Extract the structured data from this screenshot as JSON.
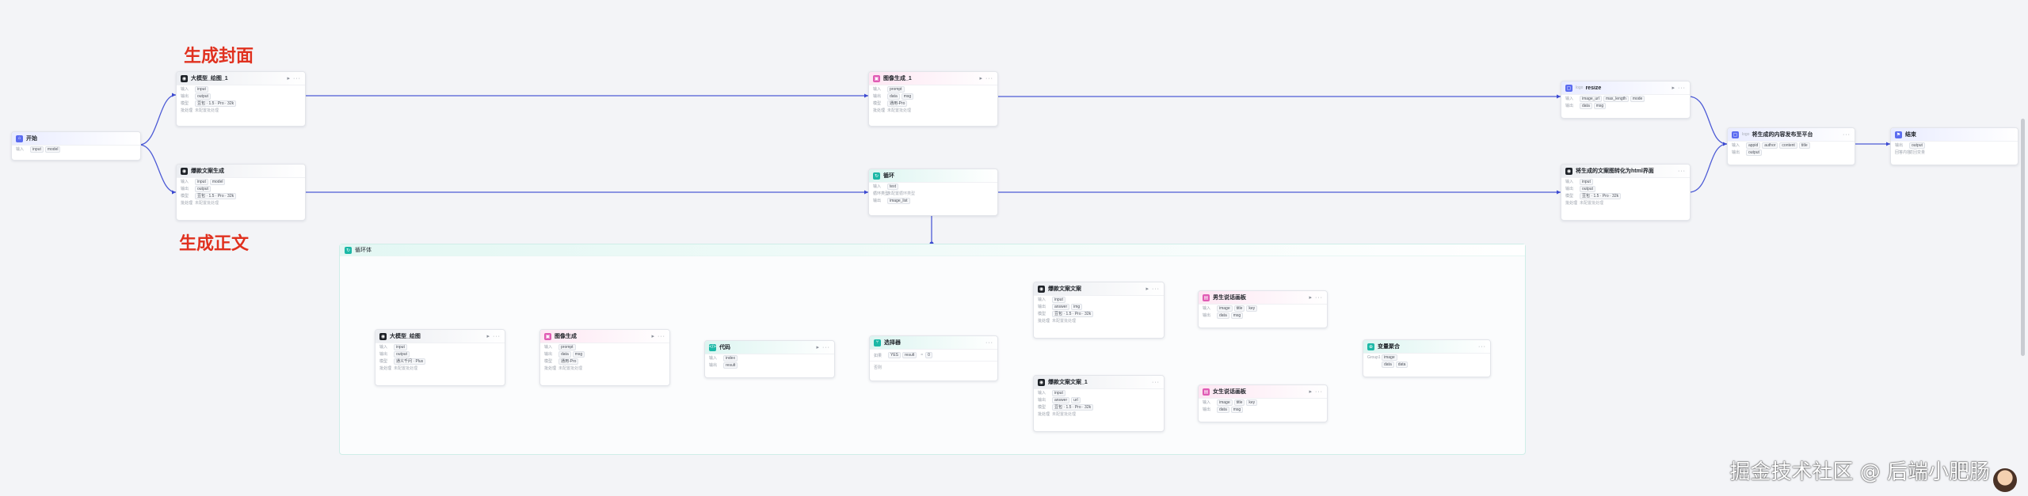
{
  "annotations": {
    "cover": "生成封面",
    "body": "生成正文"
  },
  "watermark": "掘金技术社区 @ 后端小肥肠",
  "nodes": {
    "start": {
      "title": "开始",
      "input_label": "输入",
      "inputs": [
        "input",
        "model"
      ]
    },
    "llm_draw": {
      "title": "大模型_绘图_1",
      "in_label": "输入",
      "in": "input",
      "out_label": "输出",
      "out": "output",
      "model_label": "模型",
      "model": "豆包 · 1.5 · Pro · 32k",
      "skip_label": "批处理",
      "skip": "未配置批处理"
    },
    "llm_copy": {
      "title": "爆款文案生成",
      "in_label": "输入",
      "in": [
        "input",
        "model"
      ],
      "out_label": "输出",
      "out": "output",
      "model_label": "模型",
      "model": "豆包 · 1.5 · Pro · 32k",
      "skip_label": "批处理",
      "skip": "未配置批处理"
    },
    "img_gen1": {
      "title": "图像生成_1",
      "in_label": "输入",
      "in": "prompt",
      "out_label": "输出",
      "out": [
        "data",
        "msg"
      ],
      "model_label": "模型",
      "model": "通用-Pro",
      "skip_label": "批处理",
      "skip": "未配置批处理"
    },
    "loop_node": {
      "title": "循环",
      "in_label": "输入",
      "in": "text",
      "mode_label": "循环类型",
      "mode": "未配置循环类型",
      "out_label": "输出",
      "out": "image_list"
    },
    "resize": {
      "title": "resize",
      "logo": "logo",
      "in_label": "输入",
      "in": [
        "image_url",
        "max_length",
        "mode"
      ],
      "out_label": "输出",
      "out": [
        "data",
        "msg"
      ]
    },
    "to_html": {
      "title": "将生成的文案图转化为html界面",
      "in_label": "输入",
      "in": "input",
      "out_label": "输出",
      "out": "output",
      "model_label": "模型",
      "model": "豆包 · 1.5 · Pro · 32k",
      "skip_label": "批处理",
      "skip": "未配置批处理"
    },
    "publish": {
      "title": "将生成的内容发布至平台",
      "logo": "logo",
      "in_label": "输入",
      "in": [
        "appid",
        "author",
        "content",
        "title"
      ],
      "out_label": "输出",
      "out": "output"
    },
    "end": {
      "title": "结束",
      "out_label": "输出",
      "out": "output",
      "mode_label": "回答内容",
      "mode": "返回变量"
    },
    "loop_body": {
      "title": "循环体"
    },
    "llm_draw2": {
      "title": "大模型_绘图",
      "in_label": "输入",
      "in": "input",
      "out_label": "输出",
      "out": "output",
      "model_label": "模型",
      "model": "通义千问 · Plus",
      "skip_label": "批处理",
      "skip": "未配置批处理"
    },
    "img_gen2": {
      "title": "图像生成",
      "in_label": "输入",
      "in": "prompt",
      "out_label": "输出",
      "out": [
        "data",
        "msg"
      ],
      "model_label": "模型",
      "model": "通用-Pro",
      "skip_label": "批处理",
      "skip": "未配置批处理"
    },
    "code": {
      "title": "代码",
      "in_label": "输入",
      "in": "index",
      "out_label": "输出",
      "out": "result"
    },
    "selector": {
      "title": "选择器",
      "if_label": "如果",
      "cond": [
        "result",
        "=",
        "0"
      ],
      "if_value": "YES",
      "else_label": "否则"
    },
    "copy_a": {
      "title": "爆款文案文案",
      "in_label": "输入",
      "in": "input",
      "out_label": "输出",
      "out": [
        "answer",
        "img"
      ],
      "model_label": "模型",
      "model": "豆包 · 1.5 · Pro · 32k",
      "skip_label": "批处理",
      "skip": "未配置批处理"
    },
    "copy_b": {
      "title": "爆款文案文案_1",
      "in_label": "输入",
      "in": "input",
      "out_label": "输出",
      "out": [
        "answer",
        "url"
      ],
      "model_label": "模型",
      "model": "豆包 · 1.5 · Pro · 32k",
      "skip_label": "批处理",
      "skip": "未配置批处理"
    },
    "tpl_a": {
      "title": "男生说话画板",
      "in_label": "输入",
      "in": [
        "image",
        "title",
        "key"
      ],
      "out_label": "输出",
      "out": [
        "data",
        "msg"
      ]
    },
    "tpl_b": {
      "title": "女生说话画板",
      "in_label": "输入",
      "in": [
        "image",
        "title",
        "key"
      ],
      "out_label": "输出",
      "out": [
        "data",
        "msg"
      ]
    },
    "var_agg": {
      "title": "变量聚合",
      "in_label": "Group1",
      "in": "image",
      "out_label": "输出",
      "out": [
        "data",
        "data"
      ]
    }
  },
  "colors": {
    "edge": "#4d5bd6",
    "annotation": "#e0311f",
    "loop_border": "#cfeee8"
  }
}
